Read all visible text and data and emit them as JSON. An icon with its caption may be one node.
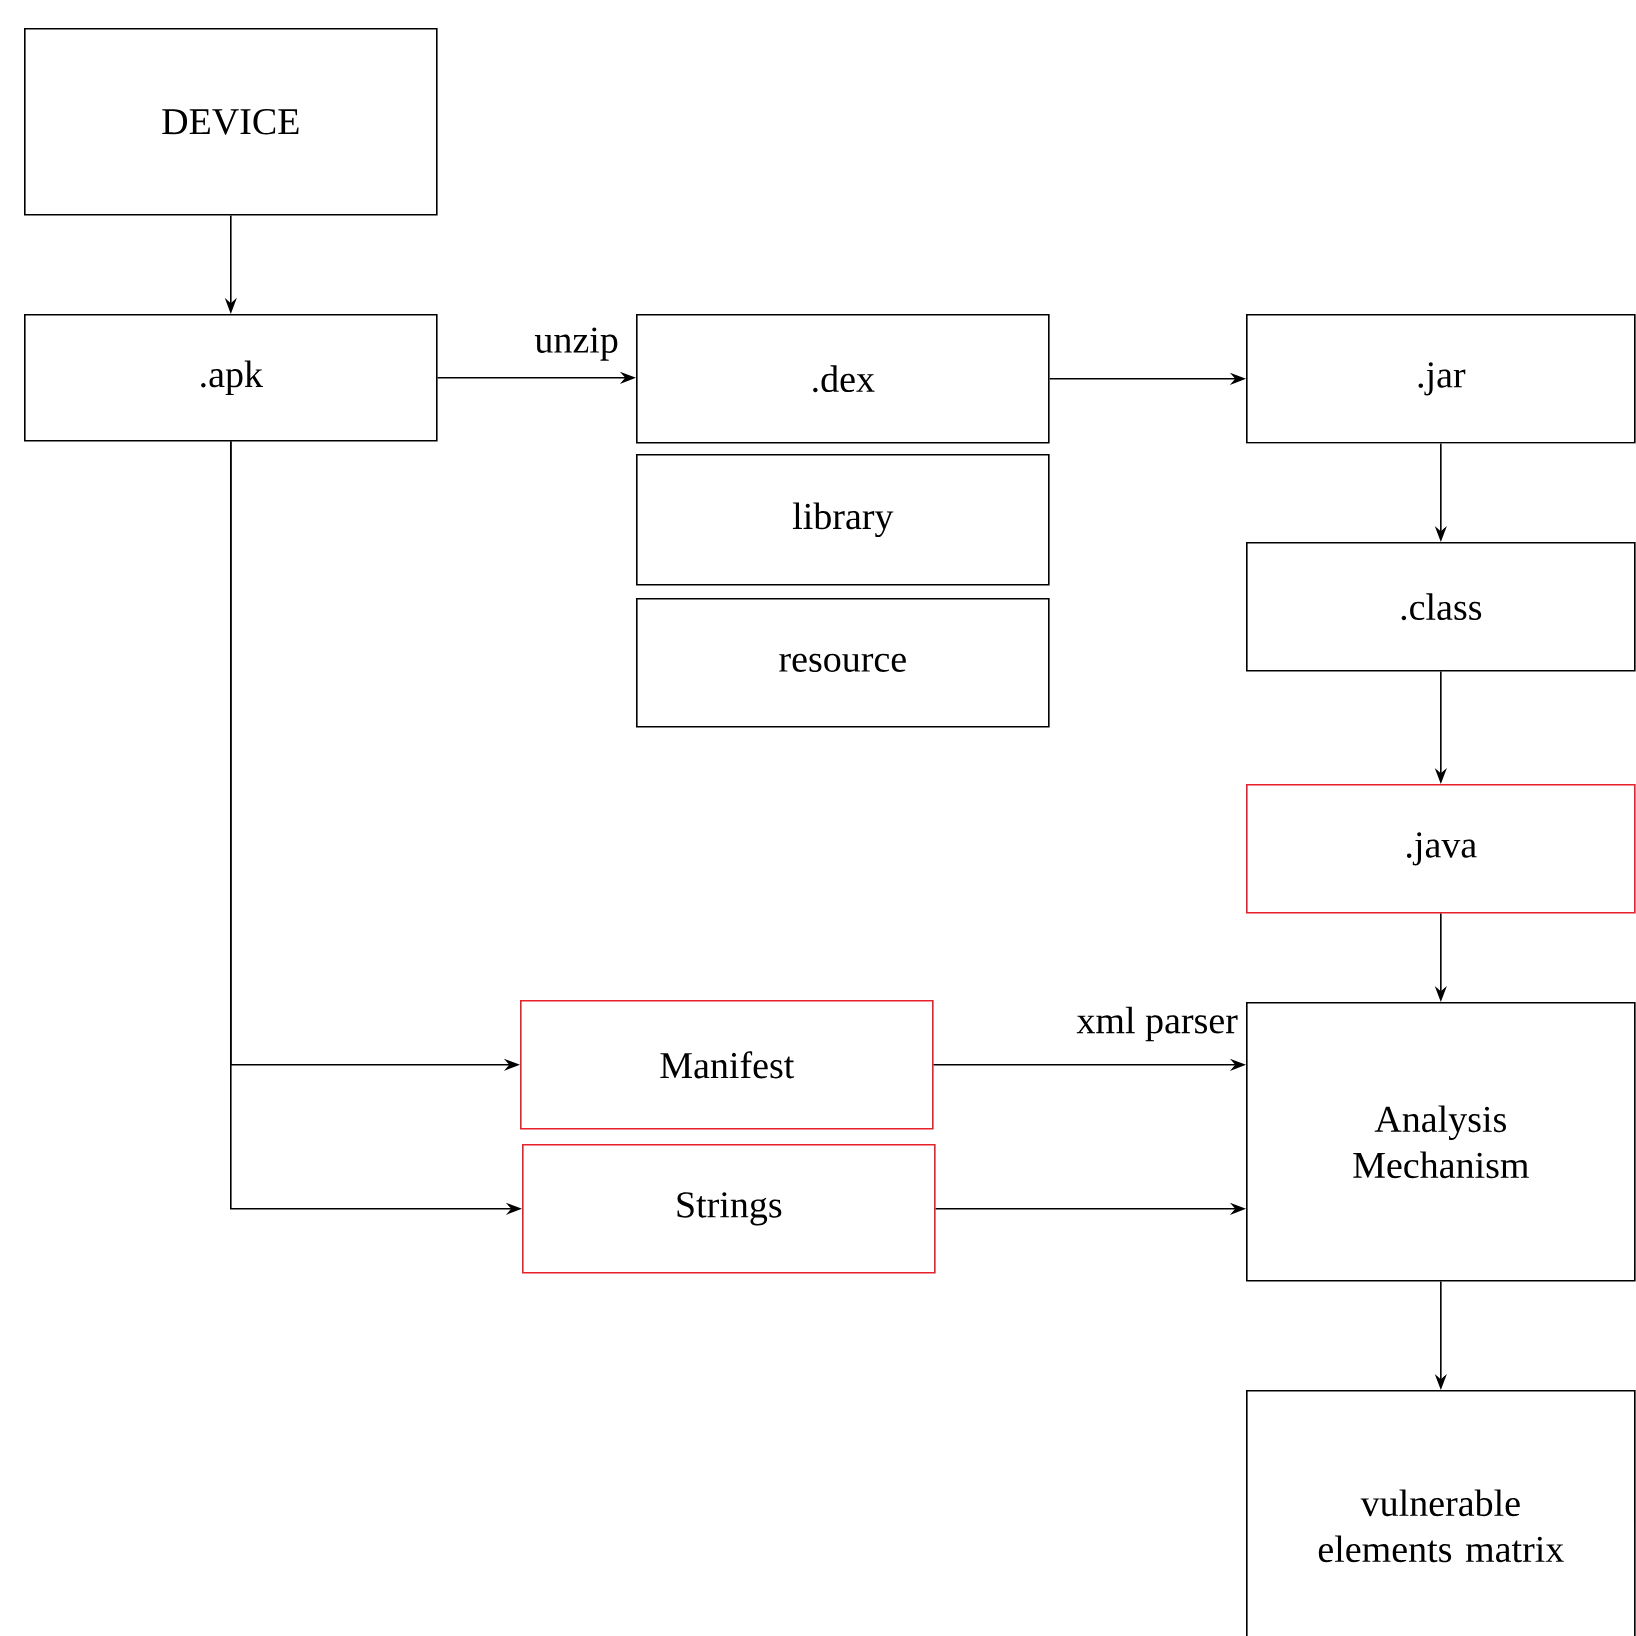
{
  "diagram": {
    "nodes": [
      {
        "text": [
          "DEVICE"
        ]
      },
      {
        "text": [
          ".apk"
        ]
      },
      {
        "text": [
          ".dex"
        ]
      },
      {
        "text": [
          "library"
        ]
      },
      {
        "text": [
          "resource"
        ]
      },
      {
        "text": [
          ".jar"
        ]
      },
      {
        "text": [
          ".class"
        ]
      },
      {
        "text": [
          ".java"
        ]
      },
      {
        "text": [
          "Manifest"
        ]
      },
      {
        "text": [
          "Strings"
        ]
      },
      {
        "text": [
          "Analysis Mechanism"
        ]
      },
      {
        "text": [
          "vulnerable elements matrix"
        ]
      }
    ],
    "edges": [
      {
        "from": 0,
        "to": 1,
        "arrow": "to"
      },
      {
        "from": 1,
        "to": 2,
        "arrow": "to",
        "label": "unzip"
      },
      {
        "from": 2,
        "to": 5,
        "arrow": "to"
      },
      {
        "from": 5,
        "to": 6,
        "arrow": "to"
      },
      {
        "from": 6,
        "to": 7,
        "arrow": "to"
      },
      {
        "from": 7,
        "to": 10,
        "arrow": "to"
      },
      {
        "from": 1,
        "to": 8,
        "arrow": "to"
      },
      {
        "from": 1,
        "to": 9,
        "arrow": "to"
      },
      {
        "from": 8,
        "to": 10,
        "arrow": "to",
        "label": "xml parser"
      },
      {
        "from": 9,
        "to": 10,
        "arrow": "to"
      },
      {
        "from": 10,
        "to": 11,
        "arrow": "to"
      }
    ]
  }
}
